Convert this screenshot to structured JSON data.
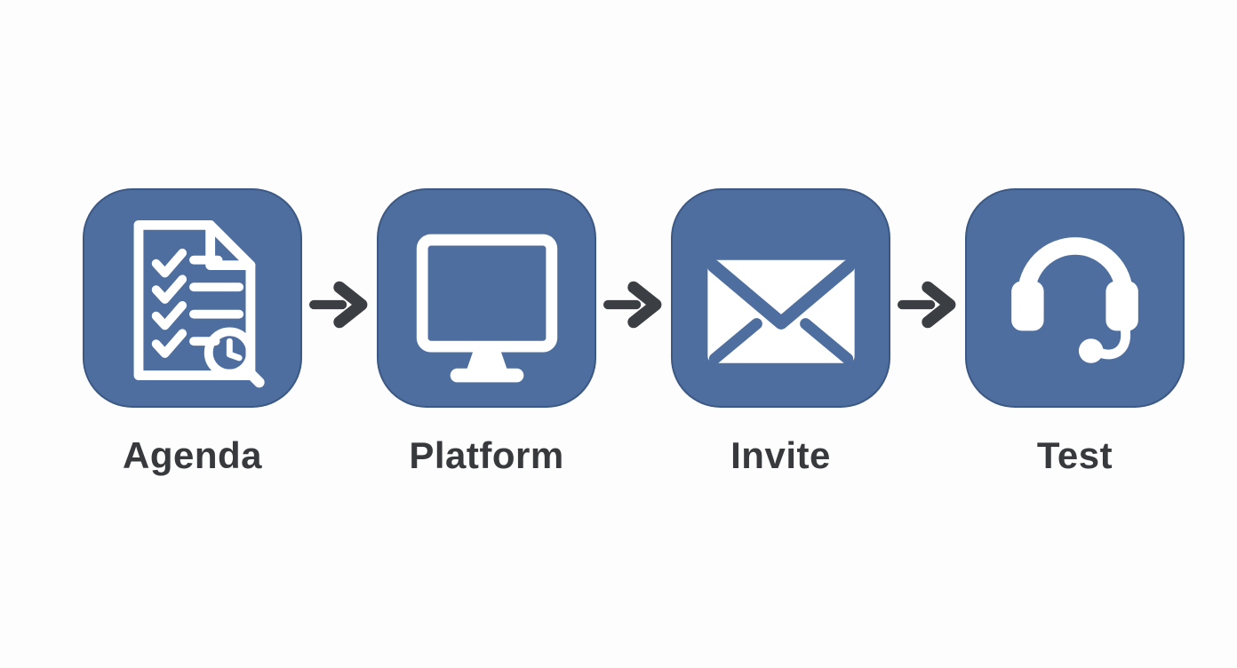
{
  "figure": {
    "background_color": "#fdfdfe",
    "accent_color": "#4d6e9e",
    "icon_color": "#ffffff",
    "arrow_color": "#3b3e42",
    "label_color": "#37393c",
    "connector": "arrow-right",
    "steps": [
      {
        "label": "Agenda",
        "icon": "agenda-checklist-document-icon"
      },
      {
        "label": "Platform",
        "icon": "computer-monitor-icon"
      },
      {
        "label": "Invite",
        "icon": "envelope-icon"
      },
      {
        "label": "Test",
        "icon": "headset-icon"
      }
    ]
  }
}
